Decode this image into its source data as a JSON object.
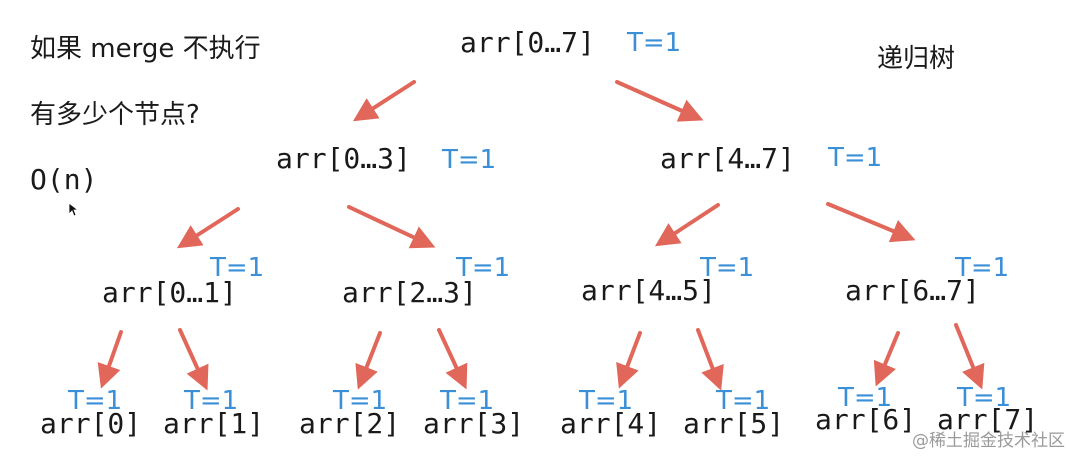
{
  "notes": {
    "line1": "如果 merge 不执行",
    "line2": "有多少个节点?",
    "line3": "O(n)",
    "tree_title": "递归树"
  },
  "colors": {
    "arrow": "#e0675a",
    "cost": "#3b8fd6",
    "text": "#1a1a1a"
  },
  "tree": {
    "nodes": {
      "root": {
        "label": "arr[0…7]",
        "cost": "T=1"
      },
      "l1_left": {
        "label": "arr[0…3]",
        "cost": "T=1"
      },
      "l1_right": {
        "label": "arr[4…7]",
        "cost": "T=1"
      },
      "l2_0": {
        "label": "arr[0…1]",
        "cost": "T=1"
      },
      "l2_1": {
        "label": "arr[2…3]",
        "cost": "T=1"
      },
      "l2_2": {
        "label": "arr[4…5]",
        "cost": "T=1"
      },
      "l2_3": {
        "label": "arr[6…7]",
        "cost": "T=1"
      },
      "leaf_0": {
        "label": "arr[0]",
        "cost": "T=1"
      },
      "leaf_1": {
        "label": "arr[1]",
        "cost": "T=1"
      },
      "leaf_2": {
        "label": "arr[2]",
        "cost": "T=1"
      },
      "leaf_3": {
        "label": "arr[3]",
        "cost": "T=1"
      },
      "leaf_4": {
        "label": "arr[4]",
        "cost": "T=1"
      },
      "leaf_5": {
        "label": "arr[5]",
        "cost": "T=1"
      },
      "leaf_6": {
        "label": "arr[6]",
        "cost": "T=1"
      },
      "leaf_7": {
        "label": "arr[7]",
        "cost": "T=1"
      }
    },
    "edges": [
      [
        "root",
        "l1_left"
      ],
      [
        "root",
        "l1_right"
      ],
      [
        "l1_left",
        "l2_0"
      ],
      [
        "l1_left",
        "l2_1"
      ],
      [
        "l1_right",
        "l2_2"
      ],
      [
        "l1_right",
        "l2_3"
      ],
      [
        "l2_0",
        "leaf_0"
      ],
      [
        "l2_0",
        "leaf_1"
      ],
      [
        "l2_1",
        "leaf_2"
      ],
      [
        "l2_1",
        "leaf_3"
      ],
      [
        "l2_2",
        "leaf_4"
      ],
      [
        "l2_2",
        "leaf_5"
      ],
      [
        "l2_3",
        "leaf_6"
      ],
      [
        "l2_3",
        "leaf_7"
      ]
    ]
  },
  "watermark": "@稀土掘金技术社区"
}
